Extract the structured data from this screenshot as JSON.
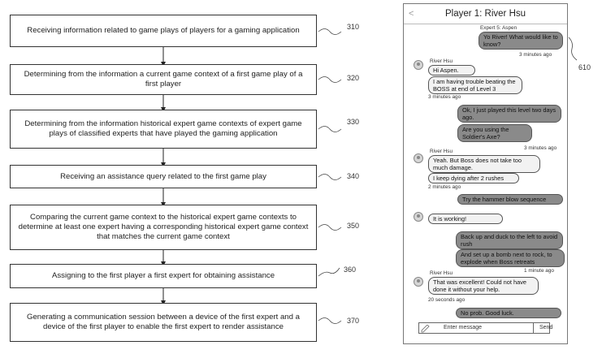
{
  "flowchart": {
    "steps": [
      {
        "text": "Receiving information related to game plays of players for a gaming application",
        "ref": "310"
      },
      {
        "text": "Determining from the information a current game context of a first game play of a first player",
        "ref": "320"
      },
      {
        "text": "Determining from the information historical expert game contexts of expert game plays of classified experts that have played the gaming application",
        "ref": "330"
      },
      {
        "text": "Receiving an assistance query related to the first game play",
        "ref": "340"
      },
      {
        "text": "Comparing the current game context to the historical expert game contexts to determine at least one expert having a corresponding historical expert game context that matches the current game context",
        "ref": "350"
      },
      {
        "text": "Assigning to the first player a first expert for obtaining assistance",
        "ref": "360"
      },
      {
        "text": "Generating a communication session between a device of the first expert and a device of the first player to enable the first expert to render assistance",
        "ref": "370"
      }
    ]
  },
  "phone": {
    "ref": "610",
    "back_icon": "<",
    "title": "Player 1: River Hsu",
    "messages": [
      {
        "side": "out",
        "sender": "Expert 5: Aspen",
        "text": "Yo River! What would like to know?",
        "time": "3 minutes ago"
      },
      {
        "side": "in",
        "sender": "River Hsu",
        "text": "Hi Aspen."
      },
      {
        "side": "in",
        "text": "I am having trouble beating the BOSS at end of Level 3",
        "time": "3 minutes ago"
      },
      {
        "side": "out",
        "text": "Ok, I just played this level two days ago."
      },
      {
        "side": "out",
        "text": "Are you using the Soldier's Axe?",
        "time": "3 minutes ago"
      },
      {
        "side": "in",
        "sender": "River Hsu",
        "text": "Yeah.  But Boss does not take too much damage."
      },
      {
        "side": "in",
        "text": "I keep dying after 2 rushes",
        "time": "2 minutes ago"
      },
      {
        "side": "out",
        "text": "Try the hammer blow sequence"
      },
      {
        "side": "in",
        "text": "It is working!"
      },
      {
        "side": "out",
        "text": "Back up and duck to the left to avoid rush"
      },
      {
        "side": "out",
        "text": "And set up a bomb next to rock, to explode when Boss retreats",
        "time": "1 minute ago"
      },
      {
        "side": "in",
        "sender": "River Hsu",
        "text": "That was excellent! Could not have done it without your help.",
        "time": "20 seconds ago"
      },
      {
        "side": "out",
        "text": "No prob. Good luck."
      }
    ],
    "input_placeholder": "Enter message",
    "send_label": "Send"
  }
}
